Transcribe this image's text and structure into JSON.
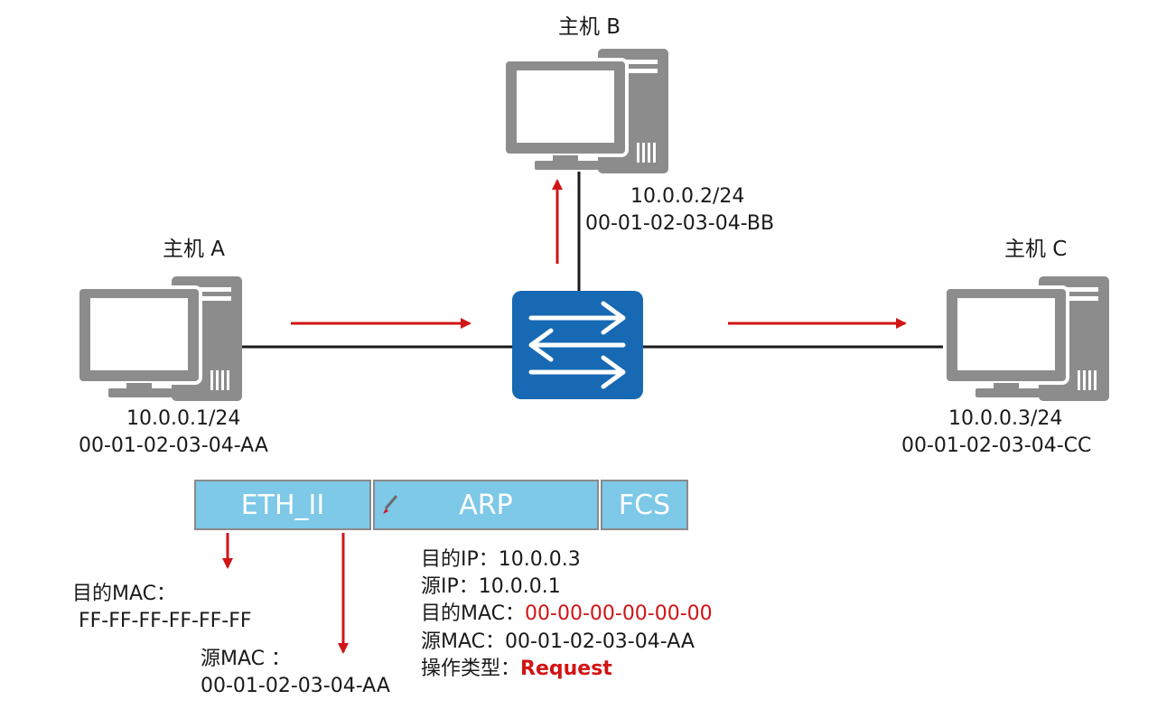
{
  "hosts": {
    "a": {
      "title": "主机 A",
      "ip": "10.0.0.1/24",
      "mac": "00-01-02-03-04-AA"
    },
    "b": {
      "title": "主机 B",
      "ip": "10.0.0.2/24",
      "mac": "00-01-02-03-04-BB"
    },
    "c": {
      "title": "主机 C",
      "ip": "10.0.0.3/24",
      "mac": "00-01-02-03-04-CC"
    }
  },
  "frame": {
    "segments": [
      "ETH_II",
      "ARP",
      "FCS"
    ]
  },
  "eth_fields": {
    "dst_mac_label": "目的MAC：",
    "dst_mac_value": "FF-FF-FF-FF-FF-FF",
    "src_mac_label": "源MAC  ：",
    "src_mac_value": "00-01-02-03-04-AA"
  },
  "arp_fields": {
    "dst_ip_label": "目的IP：",
    "dst_ip_value": "10.0.0.3",
    "src_ip_label": "源IP：",
    "src_ip_value": "10.0.0.1",
    "dst_mac_label": "目的MAC：",
    "dst_mac_value": "00-00-00-00-00-00",
    "src_mac_label": "源MAC：",
    "src_mac_value": "00-01-02-03-04-AA",
    "op_label": "操作类型：",
    "op_value": "Request"
  },
  "colors": {
    "accent_red": "#d11414",
    "segment_fill": "#7ec8e8",
    "switch_blue": "#1769b3",
    "computer_gray": "#8c8c8c"
  },
  "icons": [
    "computer-icon",
    "switch-icon",
    "pencil-icon"
  ]
}
